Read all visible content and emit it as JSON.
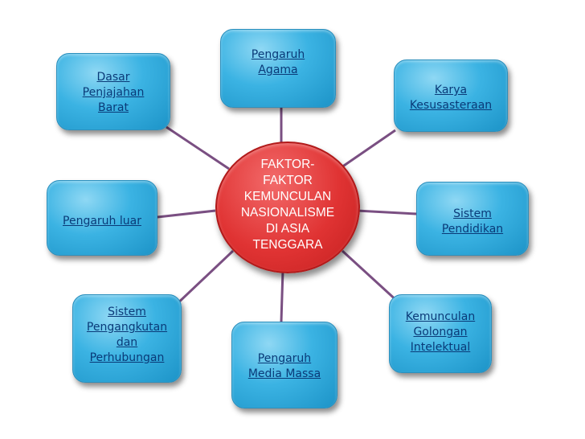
{
  "center": {
    "text": "FAKTOR-\nFAKTOR\nKEMUNCULAN\nNASIONALISME\nDI ASIA\nTENGGARA"
  },
  "nodes": {
    "pengaruh_agama": "Pengaruh\nAgama",
    "dasar_penjajahan_barat": "Dasar\nPenjajahan\nBarat",
    "karya_kesusasteraan": "Karya\nKesusasteraan",
    "pengaruh_luar": "Pengaruh luar",
    "sistem_pendidikan": "Sistem\nPendidikan",
    "sistem_pengangkutan": "Sistem\nPengangkutan\ndan\nPerhubungan",
    "pengaruh_media_massa": "Pengaruh\nMedia Massa",
    "kemunculan_golongan_intelektual": "Kemunculan\nGolongan\nIntelektual"
  },
  "colors": {
    "node_fill": "#3bb3e3",
    "node_text": "#0a3a78",
    "center_fill": "#e03333",
    "connector": "#7a4f82"
  }
}
